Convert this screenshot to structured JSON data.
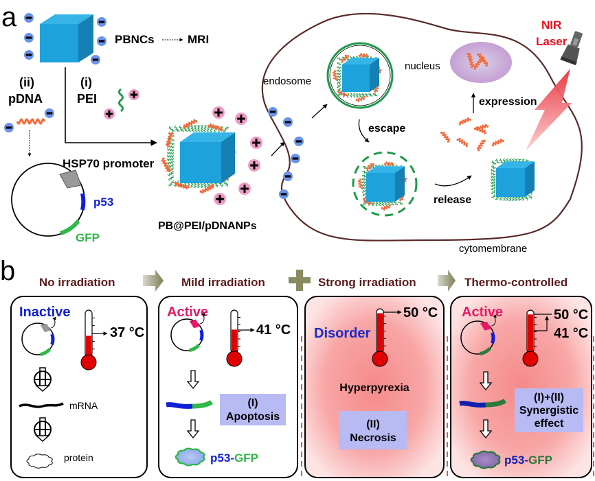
{
  "panel_a": {
    "label": "a",
    "pbncs": "PBNCs",
    "mri": "MRI",
    "step_ii": "(ii)",
    "pdna": "pDNA",
    "step_i": "(i)",
    "pei": "PEI",
    "promoter": "HSP70 promoter",
    "p53": "p53",
    "gfp": "GFP",
    "nanoparticle": "PB@PEI/pDNANPs",
    "endosome": "endosome",
    "nucleus": "nucleus",
    "escape": "escape",
    "release": "release",
    "expression": "expression",
    "cytomembrane": "cytomembrane",
    "nir_line1": "NIR",
    "nir_line2": "Laser"
  },
  "panel_b": {
    "label": "b",
    "stages": [
      {
        "title": "No irradiation",
        "state": "Inactive",
        "temp": "37 °C",
        "mrna": "mRNA",
        "protein": "protein"
      },
      {
        "title": "Mild irradiation",
        "state": "Active",
        "temp": "41 °C",
        "effect_line1": "(I)",
        "effect_line2": "Apoptosis",
        "product_p53": "p53",
        "product_dash": "-",
        "product_gfp": "GFP"
      },
      {
        "title": "Strong irradiation",
        "state": "Disorder",
        "temp": "50 °C",
        "condition": "Hyperpyrexia",
        "effect_line1": "(II)",
        "effect_line2": "Necrosis"
      },
      {
        "title": "Thermo-controlled",
        "state": "Active",
        "temp_high": "50 °C",
        "temp_low": "41 °C",
        "effect_line1": "(I)+(II)",
        "effect_line2": "Synergistic",
        "effect_line3": "effect",
        "product_p53": "p53",
        "product_dash": "-",
        "product_gfp": "GFP"
      }
    ]
  },
  "colors": {
    "cube_front": "#1ea2dc",
    "cube_side": "#1580b4",
    "cube_top": "#35b4e8",
    "negative_charge": "#6b93e8",
    "positive_charge": "#ef9ac4",
    "pei_strand": "#1f9a4a",
    "pdna_strand": "#f26a3a",
    "membrane": "#5a2a2a",
    "nucleus": "#c9a6d6",
    "nir_text": "#e8101c",
    "stage_title": "#5a1a1a",
    "inactive_text": "#1020d8",
    "active_text": "#e81866",
    "disorder_text": "#1a2cc8",
    "p53_blue": "#1020d8",
    "gfp_green": "#2fb848",
    "effect_box": "#b8baf4",
    "thermometer_red": "#e00000",
    "stage_arrow": "#8a8a60"
  }
}
